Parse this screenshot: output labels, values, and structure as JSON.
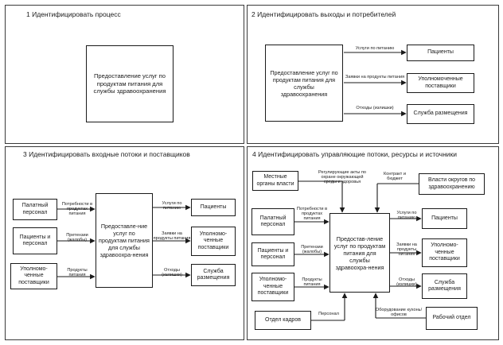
{
  "panel1": {
    "title": "1 Идентифицировать процесс",
    "process": "Предоставление услуг по продуктам питания для службы здравоохранения"
  },
  "panel2": {
    "title": "2 Идентифицировать выходы и потребителей",
    "process": "Предоставление услуг по продуктам питания для службы здравоохранения",
    "outputs": [
      {
        "flow": "Услуги по питанию",
        "consumer": "Пациенты"
      },
      {
        "flow": "Заявки на продукты питания",
        "consumer": "Уполномоченные поставщики"
      },
      {
        "flow": "Отходы (излишки)",
        "consumer": "Служба размещения"
      }
    ]
  },
  "panel3": {
    "title": "3 Идентифицировать входные потоки и поставщиков",
    "process": "Предоставле-ние услуг по продуктам питания для службы здравоохра-нения",
    "inputs": [
      {
        "supplier": "Палатный персонал",
        "flow": "Потребности в продуктах питания"
      },
      {
        "supplier": "Пациенты и персонал",
        "flow": "Претензии (жалобы)"
      },
      {
        "supplier": "Уполномо-ченные поставщики",
        "flow": "Продукты питания"
      }
    ],
    "outputs": [
      {
        "flow": "Услуги по питанию",
        "consumer": "Пациенты"
      },
      {
        "flow": "Заявки на продукты питания",
        "consumer": "Уполномо-ченные поставщики"
      },
      {
        "flow": "Отходы (излишки)",
        "consumer": "Служба размещения"
      }
    ]
  },
  "panel4": {
    "title": "4 Идентифицировать управляющие потоки, ресурсы и источники",
    "process": "Предостав-ление услуг по продуктам питания для службы здравоохра-нения",
    "controls": [
      {
        "source": "Местные органы власти",
        "flow": "Регулирующие акты по охране окружающей среды и здоровья"
      },
      {
        "source": "Власти округов по здравоохранению",
        "flow": "Контракт и бюджет"
      }
    ],
    "inputs": [
      {
        "supplier": "Палатный персонал",
        "flow": "Потребности в продуктах питания"
      },
      {
        "supplier": "Пациенты и персонал",
        "flow": "Претензии (жалобы)"
      },
      {
        "supplier": "Уполномо-ченные поставщики",
        "flow": "Продукты питания"
      }
    ],
    "outputs": [
      {
        "flow": "Услуги по питанию",
        "consumer": "Пациенты"
      },
      {
        "flow": "Заявки на продукты питания",
        "consumer": "Уполномо-ченные поставщики"
      },
      {
        "flow": "Отходы (излишки)",
        "consumer": "Служба размещения"
      }
    ],
    "resources": [
      {
        "source": "Отдел кадров",
        "flow": "Персонал"
      },
      {
        "source": "Рабочий отдел",
        "flow": "Оборудование кухонь/офисов"
      }
    ]
  }
}
